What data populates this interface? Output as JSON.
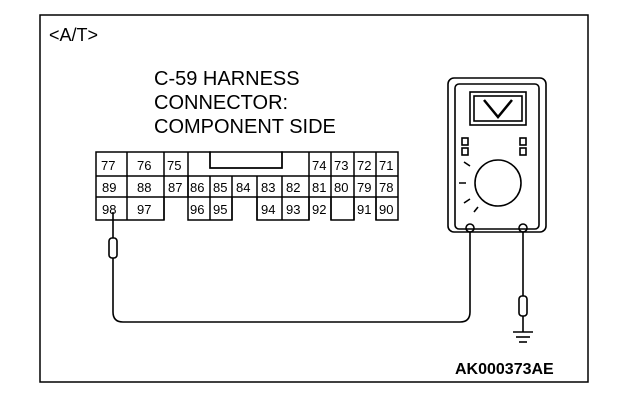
{
  "section_label": "<A/T>",
  "connector_label": {
    "line1": "C-59 HARNESS",
    "line2": "CONNECTOR:",
    "line3": "COMPONENT SIDE"
  },
  "connector_pins": {
    "row1": [
      "77",
      "76",
      "75",
      "74",
      "73",
      "72",
      "71"
    ],
    "row2": [
      "89",
      "88",
      "87",
      "86",
      "85",
      "84",
      "83",
      "82",
      "81",
      "80",
      "79",
      "78"
    ],
    "row3": [
      "98",
      "97",
      "96",
      "95",
      "94",
      "93",
      "92",
      "91",
      "90"
    ]
  },
  "figure_code": "AK000373AE",
  "colors": {
    "line": "#000000",
    "background": "#ffffff"
  },
  "icons": {
    "meter": "multimeter-icon",
    "probe": "probe-icon",
    "ground": "ground-icon"
  }
}
